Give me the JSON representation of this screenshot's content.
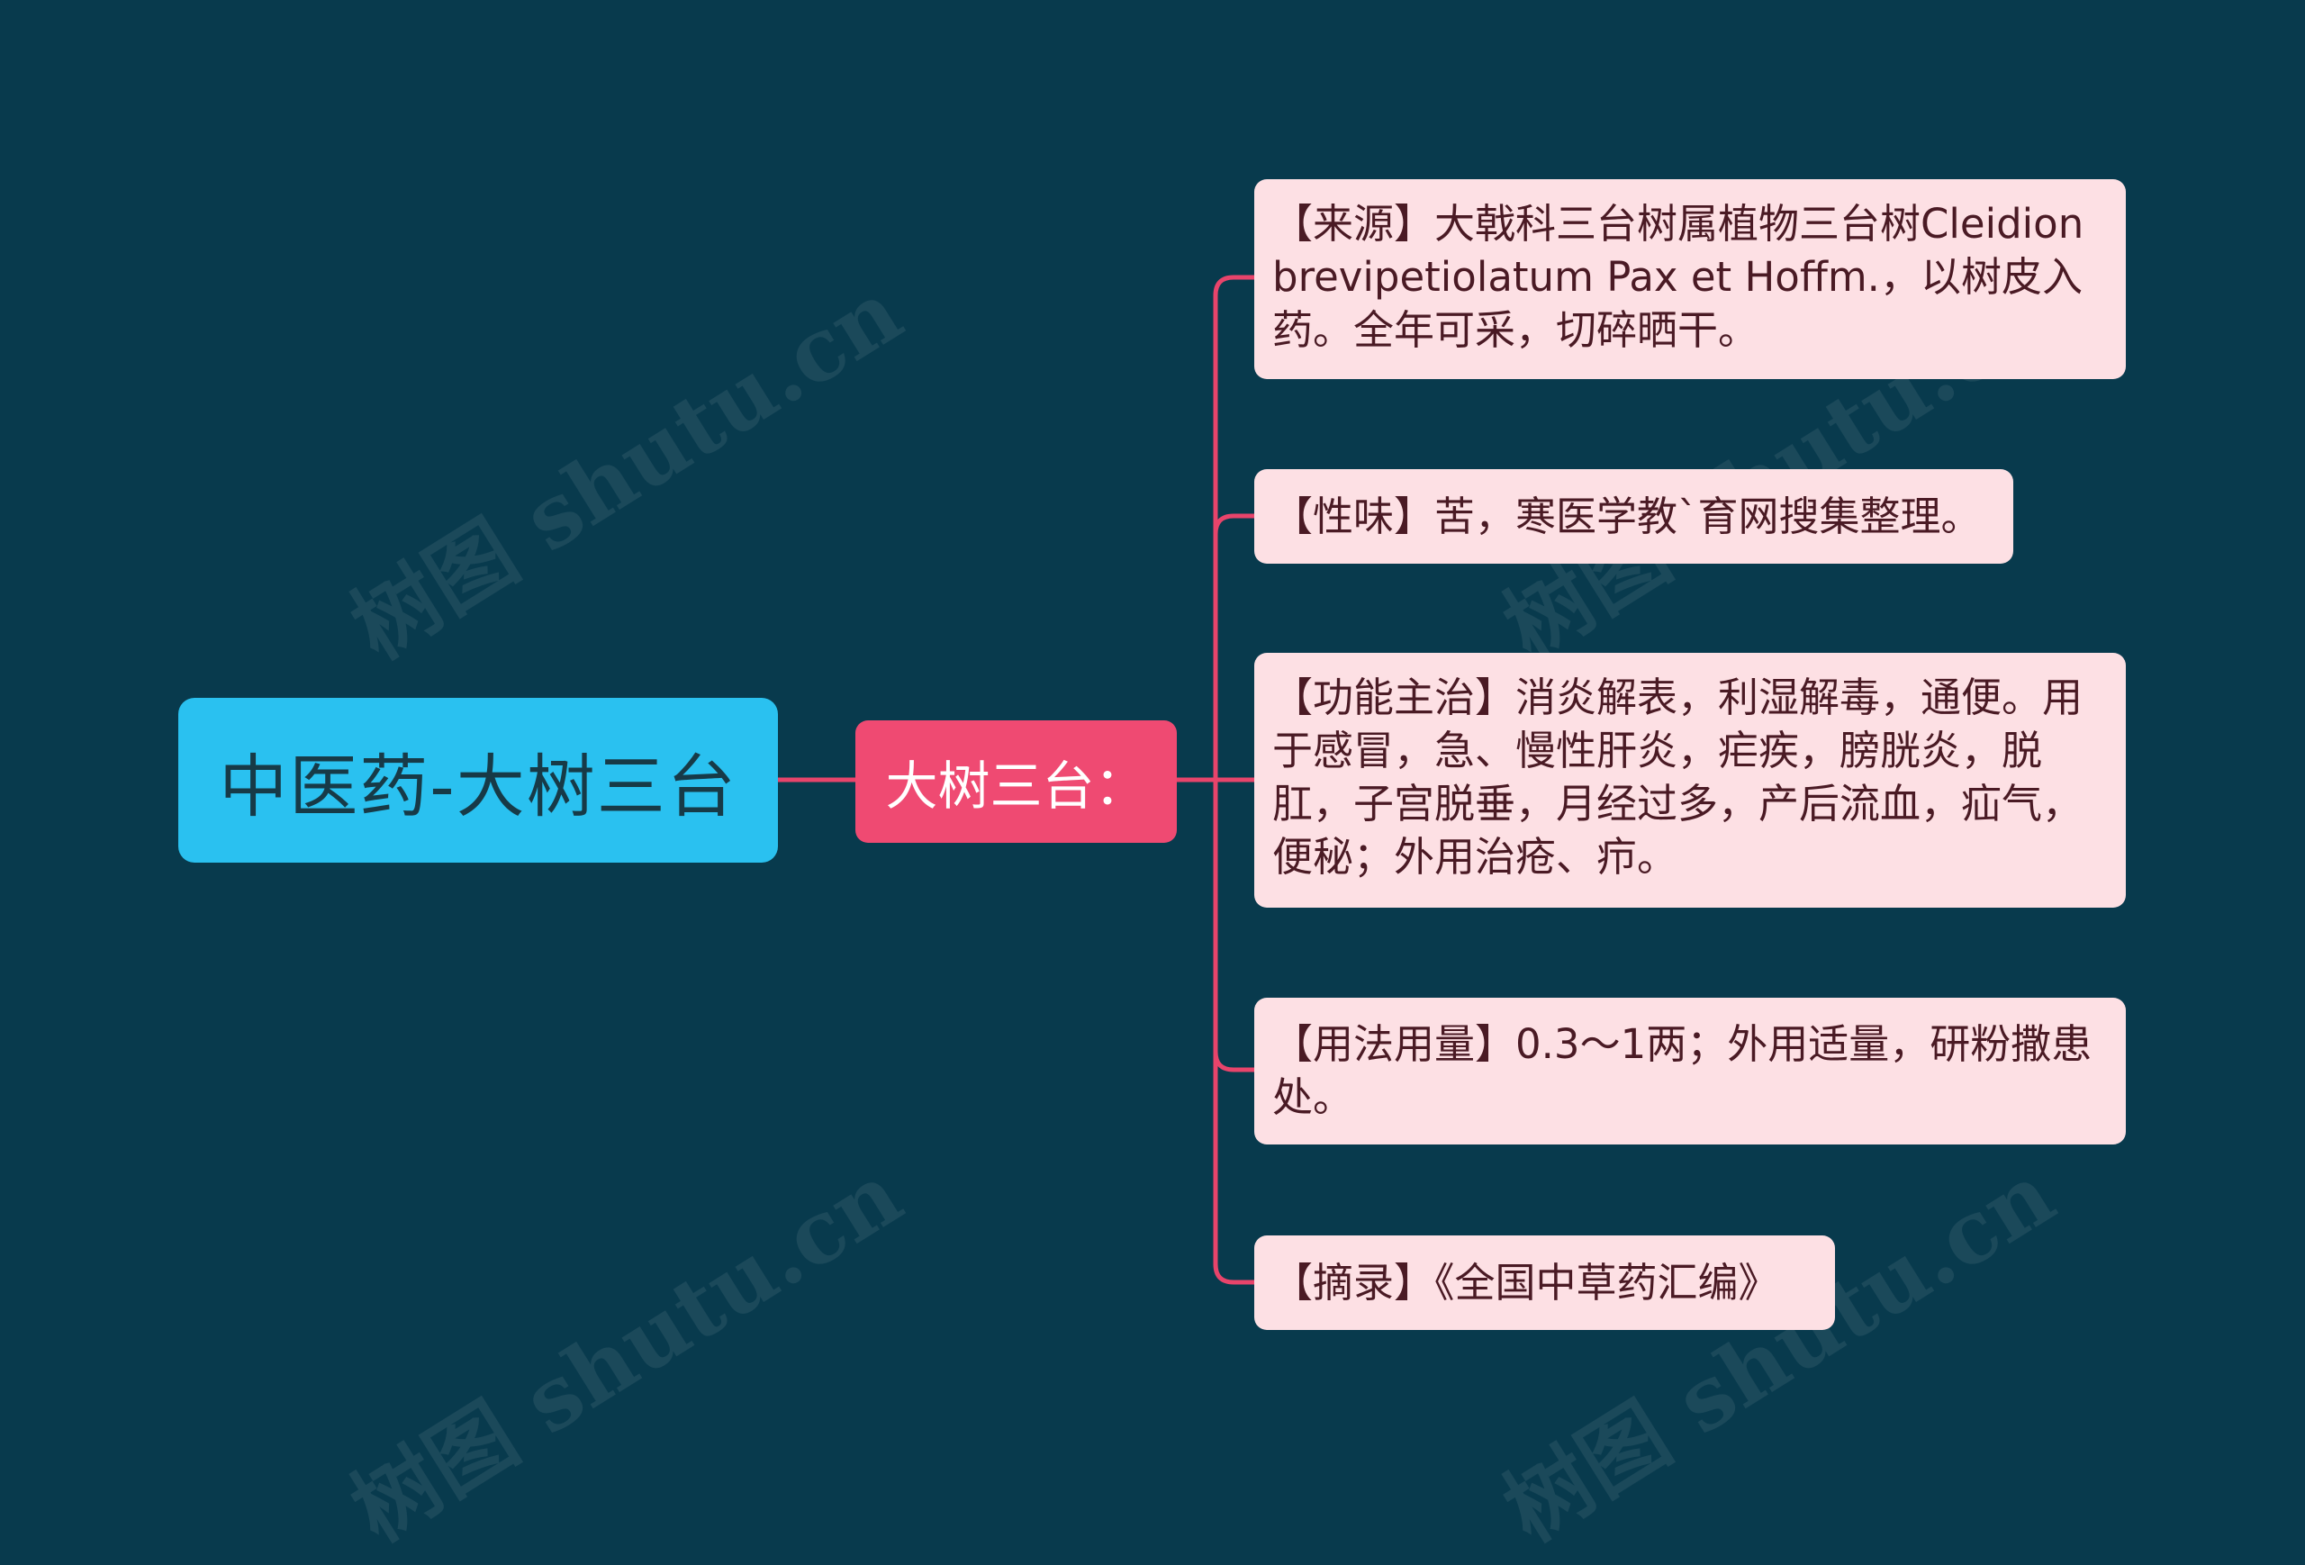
{
  "root": {
    "label": "中医药-大树三台"
  },
  "branch": {
    "label": "大树三台："
  },
  "leaves": [
    {
      "text": "【来源】大戟科三台树属植物三台树Cleidion brevipetiolatum Pax et Hoffm.，以树皮入药。全年可采，切碎晒干。"
    },
    {
      "text": "【性味】苦，寒医学教`育网搜集整理。"
    },
    {
      "text": "【功能主治】消炎解表，利湿解毒，通便。用于感冒，急、慢性肝炎，疟疾，膀胱炎，脱肛，子宫脱垂，月经过多，产后流血，疝气，便秘；外用治疮、疖。"
    },
    {
      "text": "【用法用量】0.3～1两；外用适量，研粉撒患处。"
    },
    {
      "text": "【摘录】《全国中草药汇编》"
    }
  ],
  "watermark": {
    "text": "树图 shutu.cn"
  },
  "colors": {
    "background": "#083a4d",
    "root": "#2ac1f0",
    "branch": "#ef4a72",
    "leaf": "#fde0e4",
    "connector": "#e8446b"
  }
}
